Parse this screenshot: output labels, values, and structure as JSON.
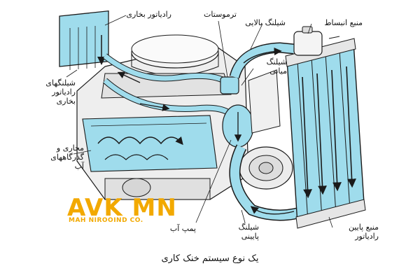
{
  "labels": {
    "heater_core": "رادیاتور بخاری",
    "thermostat": "ترموستات",
    "upper_hose": "شیلنگ بالایی",
    "expansion_tank": "منبع انبساط",
    "heater_hoses": "شیلنگهای رادیاتور بخاری",
    "bypass_hose": "شیلنگ میانی",
    "water_jackets": "مجاری و گذرگاههای آب",
    "water_pump": "پمپ آب",
    "lower_hose": "شیلنگ پایینی",
    "radiator_lower_tank": "منبع پایین رادیاتور"
  },
  "caption": "یک نوع سیستم خنک کاری",
  "watermark": {
    "main": "AVK MN",
    "sub": "MAH NIROOIND CO.",
    "color": "#f2a900"
  },
  "colors": {
    "coolant": "#9fdcec",
    "outline": "#1a1a1a",
    "engine": "#e8e8e8"
  }
}
